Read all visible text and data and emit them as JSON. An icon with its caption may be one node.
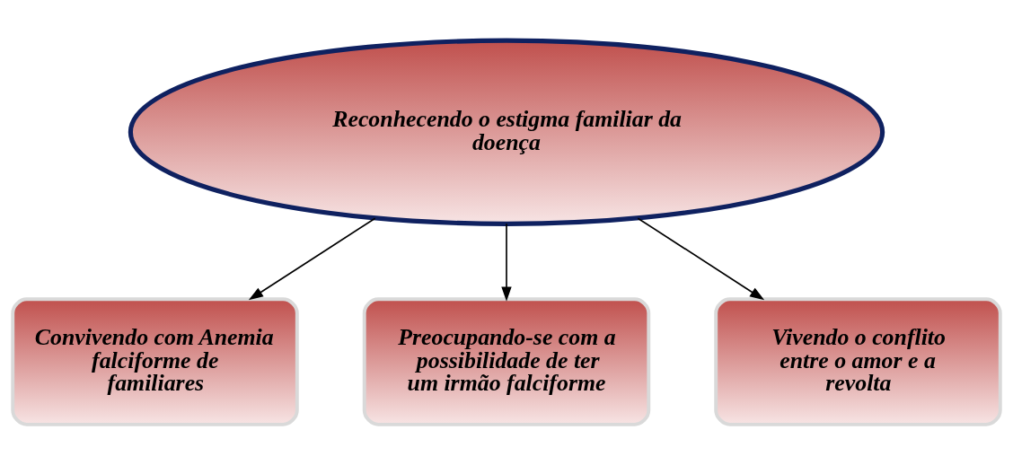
{
  "diagram": {
    "nodes": [
      {
        "text": [
          "Reconhecendo o estigma familiar da doença"
        ]
      },
      {
        "text": [
          "Convivendo com Anemia falciforme de familiares"
        ]
      },
      {
        "text": [
          "Preocupando-se com a possibilidade de ter um irmão falciforme"
        ]
      },
      {
        "text": [
          "Vivendo o conflito entre o amor e a revolta"
        ]
      }
    ],
    "edges": [
      {
        "from": 0,
        "to": 1,
        "arrow": "to"
      },
      {
        "from": 0,
        "to": 2,
        "arrow": "to"
      },
      {
        "from": 0,
        "to": 3,
        "arrow": "to"
      }
    ]
  }
}
